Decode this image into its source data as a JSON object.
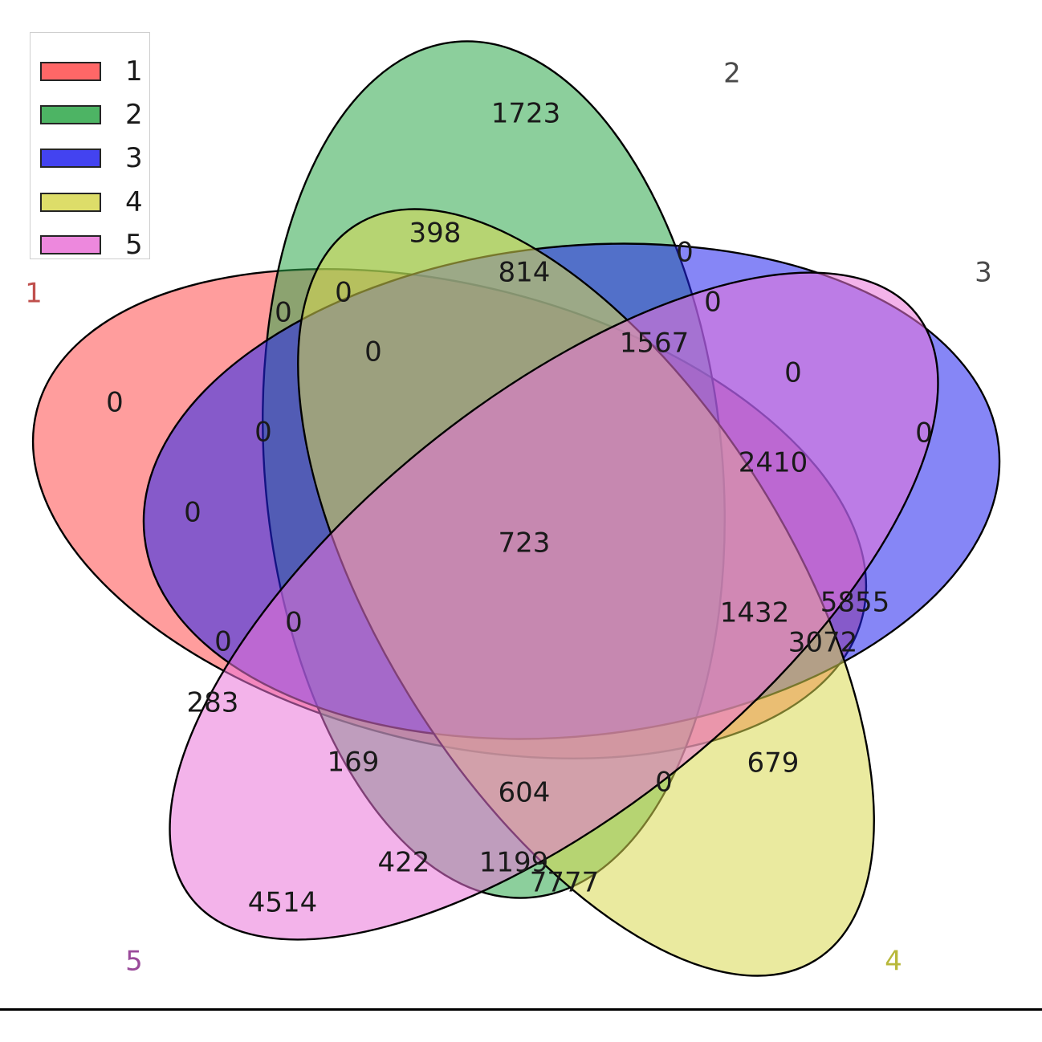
{
  "legend": [
    {
      "label": "1",
      "color": "#ff4d4d"
    },
    {
      "label": "2",
      "color": "#2ea84a"
    },
    {
      "label": "3",
      "color": "#2323ee"
    },
    {
      "label": "4",
      "color": "#d8d850"
    },
    {
      "label": "5",
      "color": "#ea74d8"
    }
  ],
  "sets": [
    {
      "name": "1",
      "label_color": "#c0504d"
    },
    {
      "name": "2",
      "label_color": "#4a4a4a"
    },
    {
      "name": "3",
      "label_color": "#4a4a4a"
    },
    {
      "name": "4",
      "label_color": "#b8b83a"
    },
    {
      "name": "5",
      "label_color": "#9a4a9a"
    }
  ],
  "regions": [
    "1723",
    "398",
    "814",
    "0",
    "0",
    "0",
    "0",
    "0",
    "1567",
    "0",
    "0",
    "0",
    "2410",
    "0",
    "723",
    "0",
    "1432",
    "5855",
    "0",
    "0",
    "3072",
    "283",
    "169",
    "604",
    "0",
    "679",
    "422",
    "1199",
    "7777",
    "4514"
  ]
}
